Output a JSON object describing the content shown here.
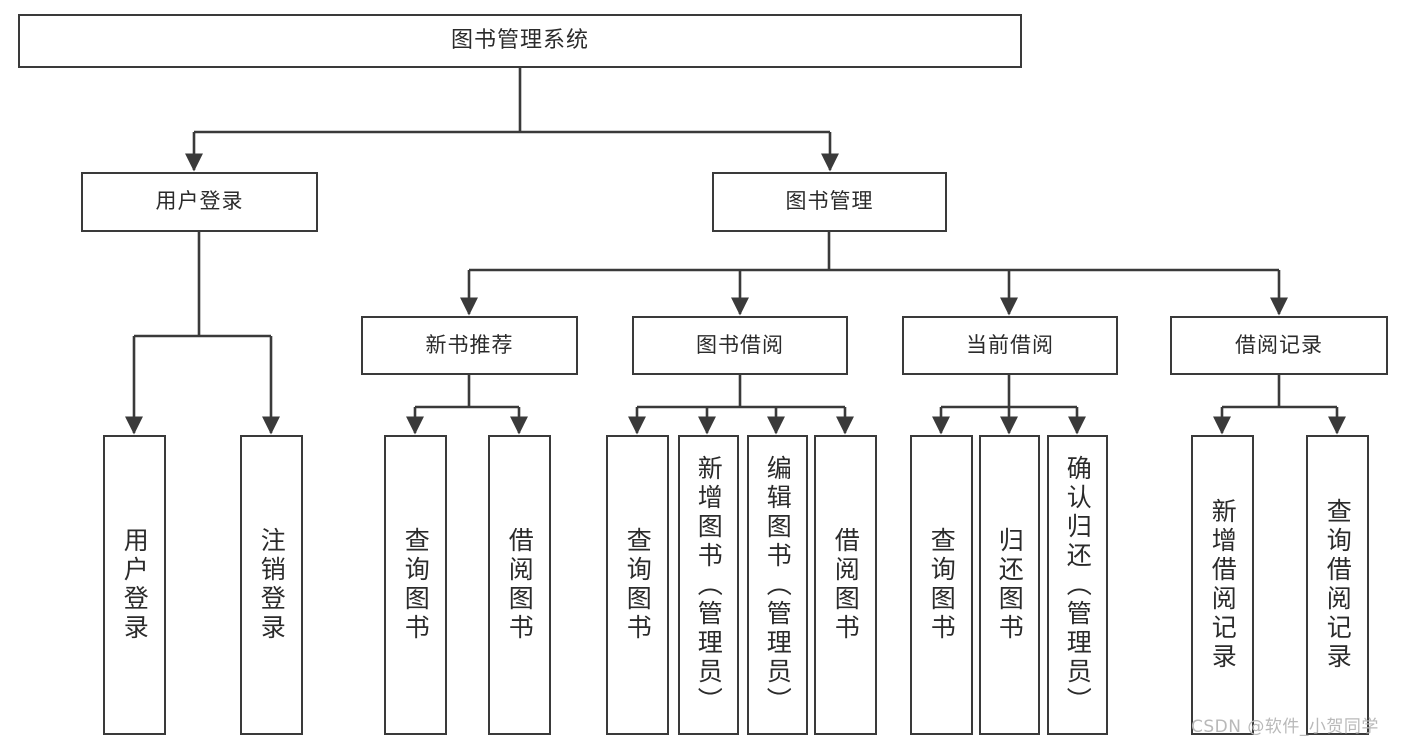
{
  "diagram": {
    "title": "图书管理系统",
    "type": "tree",
    "watermark": "CSDN @软件_小贺同学",
    "colors": {
      "box_border": "#3a3a3a",
      "box_fill": "#ffffff",
      "edge": "#3a3a3a",
      "text": "#2b2b2b",
      "watermark": "#b9b9b9",
      "background": "#ffffff"
    },
    "levels": {
      "root": "图书管理系统",
      "level2": [
        "用户登录",
        "图书管理"
      ],
      "level3": [
        "新书推荐",
        "图书借阅",
        "当前借阅",
        "借阅记录"
      ]
    },
    "nodes": {
      "root": {
        "label": "图书管理系统"
      },
      "user_login": {
        "label": "用户登录"
      },
      "book_manage": {
        "label": "图书管理"
      },
      "new_book_rec": {
        "label": "新书推荐"
      },
      "book_borrow": {
        "label": "图书借阅"
      },
      "current_borrow": {
        "label": "当前借阅"
      },
      "borrow_record": {
        "label": "借阅记录"
      },
      "leaf_user_login": {
        "label": "用户登录"
      },
      "leaf_logout": {
        "label": "注销登录"
      },
      "leaf_query_book_1": {
        "label": "查询图书"
      },
      "leaf_borrow_book_1": {
        "label": "借阅图书"
      },
      "leaf_query_book_2": {
        "label": "查询图书"
      },
      "leaf_add_book_admin": {
        "label": "新增图书（管理员）"
      },
      "leaf_edit_book_admin": {
        "label": "编辑图书（管理员）"
      },
      "leaf_borrow_book_2": {
        "label": "借阅图书"
      },
      "leaf_query_book_3": {
        "label": "查询图书"
      },
      "leaf_return_book": {
        "label": "归还图书"
      },
      "leaf_confirm_return_admin": {
        "label": "确认归还（管理员）"
      },
      "leaf_add_borrow_record": {
        "label": "新增借阅记录"
      },
      "leaf_query_borrow_record": {
        "label": "查询借阅记录"
      }
    },
    "edges": [
      {
        "from": "root",
        "to": "user_login"
      },
      {
        "from": "root",
        "to": "book_manage"
      },
      {
        "from": "user_login",
        "to": "leaf_user_login"
      },
      {
        "from": "user_login",
        "to": "leaf_logout"
      },
      {
        "from": "book_manage",
        "to": "new_book_rec"
      },
      {
        "from": "book_manage",
        "to": "book_borrow"
      },
      {
        "from": "book_manage",
        "to": "current_borrow"
      },
      {
        "from": "book_manage",
        "to": "borrow_record"
      },
      {
        "from": "new_book_rec",
        "to": "leaf_query_book_1"
      },
      {
        "from": "new_book_rec",
        "to": "leaf_borrow_book_1"
      },
      {
        "from": "book_borrow",
        "to": "leaf_query_book_2"
      },
      {
        "from": "book_borrow",
        "to": "leaf_add_book_admin"
      },
      {
        "from": "book_borrow",
        "to": "leaf_edit_book_admin"
      },
      {
        "from": "book_borrow",
        "to": "leaf_borrow_book_2"
      },
      {
        "from": "current_borrow",
        "to": "leaf_query_book_3"
      },
      {
        "from": "current_borrow",
        "to": "leaf_return_book"
      },
      {
        "from": "current_borrow",
        "to": "leaf_confirm_return_admin"
      },
      {
        "from": "borrow_record",
        "to": "leaf_add_borrow_record"
      },
      {
        "from": "borrow_record",
        "to": "leaf_query_borrow_record"
      }
    ]
  }
}
